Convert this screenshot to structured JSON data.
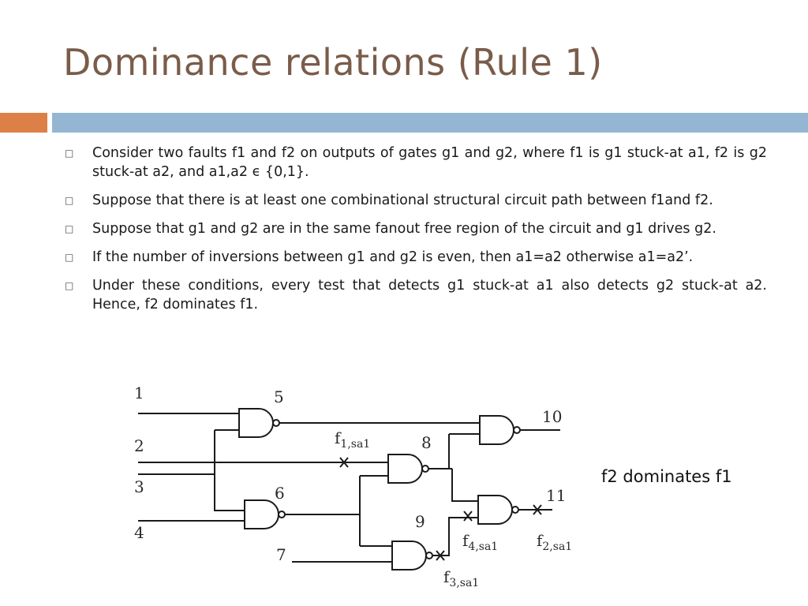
{
  "slide": {
    "title": "Dominance relations (Rule 1)",
    "bullets": [
      "Consider two faults f1 and f2 on outputs of gates g1 and g2, where f1 is g1 stuck-at a1, f2 is g2 stuck-at a2, and a1,a2 ϵ {0,1}.",
      "Suppose that there is at least one combinational structural circuit path between f1and f2.",
      "Suppose that g1 and g2 are in the same fanout free region of the circuit and g1 drives g2.",
      "If the number of inversions between g1 and g2 is even, then a1=a2 otherwise a1=a2’.",
      "Under these conditions, every test that detects g1 stuck-at a1 also detects g2 stuck-at a2. Hence, f2 dominates f1."
    ],
    "bullet_icon": "hollow-square-bullet-icon",
    "accent_colors": {
      "title": "#7a5c4a",
      "orange_bar": "#dd8047",
      "blue_bar": "#94b6d2"
    },
    "caption": "f2 dominates f1"
  },
  "circuit": {
    "inputs": [
      "1",
      "2",
      "3",
      "4",
      "7"
    ],
    "gates": [
      "5",
      "6",
      "8",
      "9",
      "10",
      "11"
    ],
    "faults": [
      {
        "label": "f",
        "sub": "1,sa1"
      },
      {
        "label": "f",
        "sub": "2,sa1"
      },
      {
        "label": "f",
        "sub": "3,sa1"
      },
      {
        "label": "f",
        "sub": "4,sa1"
      }
    ]
  }
}
